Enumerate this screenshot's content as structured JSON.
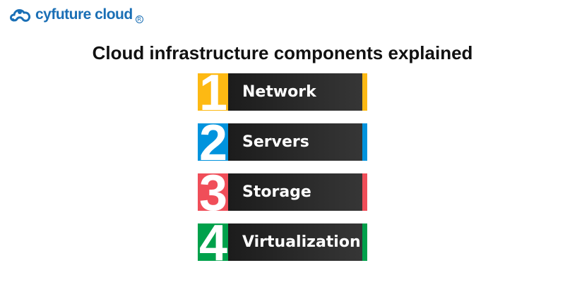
{
  "logo": {
    "text": "cyfuture cloud",
    "registered": "R"
  },
  "title": "Cloud infrastructure components explained",
  "items": [
    {
      "number": "1",
      "label": "Network",
      "color": "#FDB913"
    },
    {
      "number": "2",
      "label": "Servers",
      "color": "#0093DD"
    },
    {
      "number": "3",
      "label": "Storage",
      "color": "#F04E59"
    },
    {
      "number": "4",
      "label": "Virtualization",
      "color": "#00A14B"
    }
  ]
}
